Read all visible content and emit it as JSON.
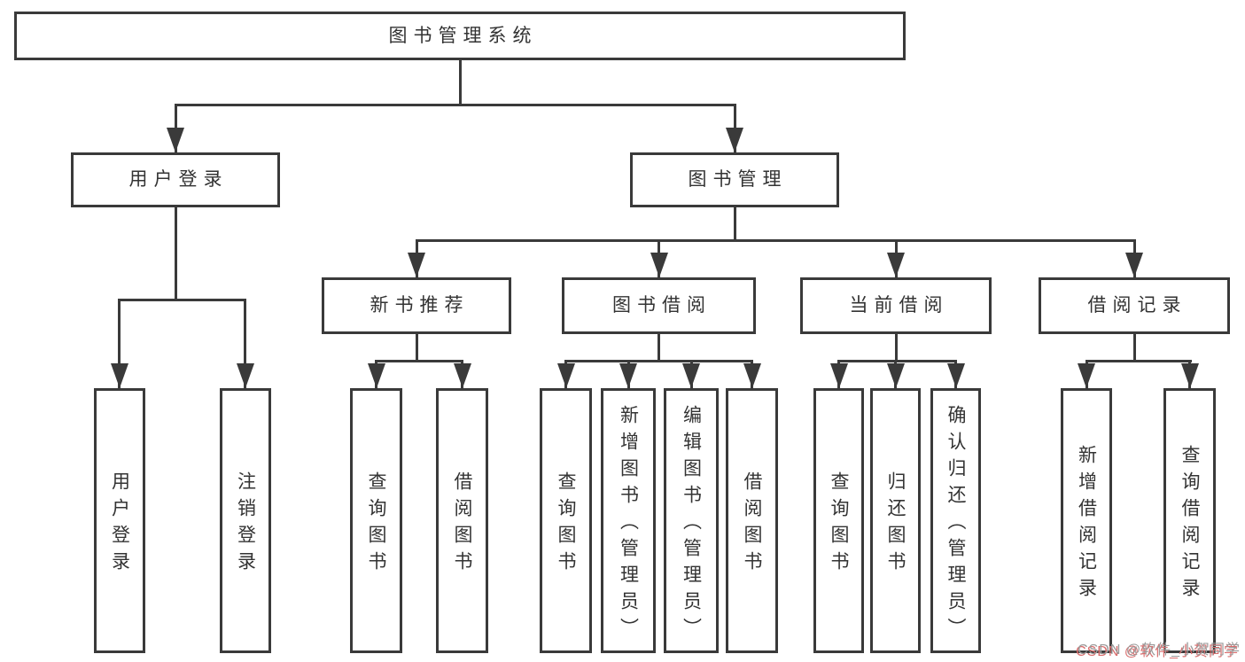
{
  "tree": {
    "root": {
      "label": "图书管理系统",
      "children": [
        {
          "label": "用户登录",
          "children": [
            {
              "label": "用户登录"
            },
            {
              "label": "注销登录"
            }
          ]
        },
        {
          "label": "图书管理",
          "children": [
            {
              "label": "新书推荐",
              "children": [
                {
                  "label": "查询图书"
                },
                {
                  "label": "借阅图书"
                }
              ]
            },
            {
              "label": "图书借阅",
              "children": [
                {
                  "label": "查询图书"
                },
                {
                  "label": "新增图书（管理员）"
                },
                {
                  "label": "编辑图书（管理员）"
                },
                {
                  "label": "借阅图书"
                }
              ]
            },
            {
              "label": "当前借阅",
              "children": [
                {
                  "label": "查询图书"
                },
                {
                  "label": "归还图书"
                },
                {
                  "label": "确认归还（管理员）"
                }
              ]
            },
            {
              "label": "借阅记录",
              "children": [
                {
                  "label": "新增借阅记录"
                },
                {
                  "label": "查询借阅记录"
                }
              ]
            }
          ]
        }
      ]
    }
  },
  "watermark": {
    "text": "CSDN @软件_小贺同学"
  },
  "colors": {
    "line": "#3a3a3a",
    "text": "#333333",
    "bg": "#ffffff",
    "wm_gray": "#9a9a9a",
    "wm_red": "#d96c6c"
  }
}
